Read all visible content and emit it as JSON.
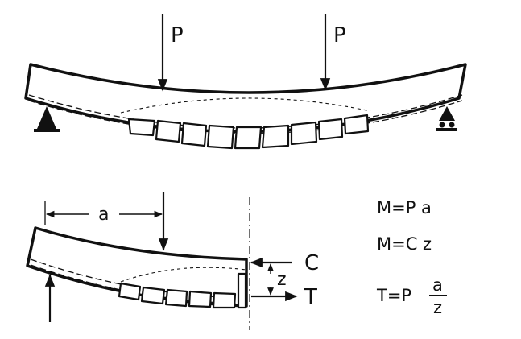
{
  "top_beam": {
    "load_left_label": "P",
    "load_right_label": "P"
  },
  "bottom_beam": {
    "span_label": "a",
    "compression_label": "C",
    "tension_label": "T",
    "lever_arm_label": "z"
  },
  "equations": {
    "moment_load": "M=P a",
    "moment_couple": "M=C z",
    "tension_lhs": "T=P",
    "tension_num": "a",
    "tension_den": "z"
  },
  "colors": {
    "ink": "#111111",
    "background": "#ffffff"
  }
}
